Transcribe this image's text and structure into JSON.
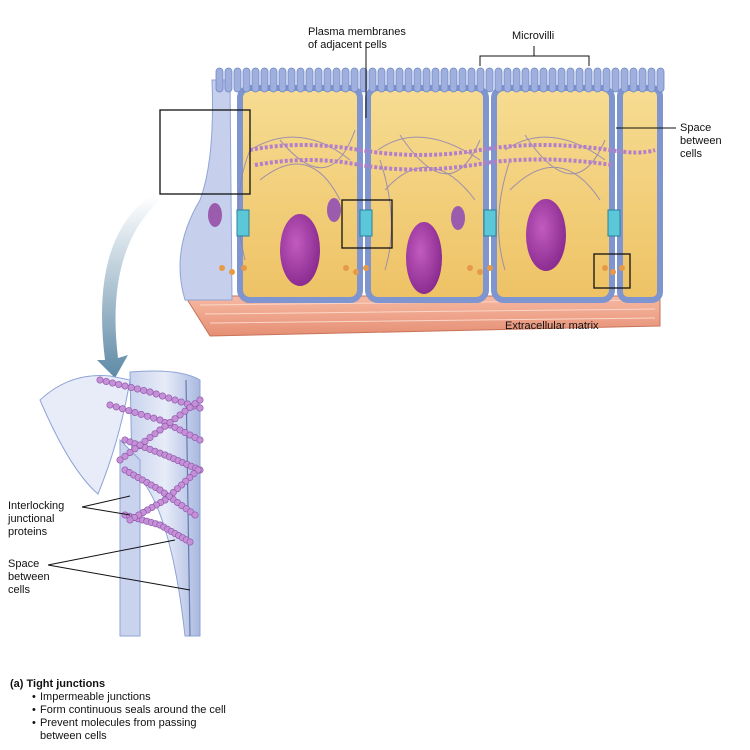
{
  "labels": {
    "plasma_membranes": "Plasma membranes\nof adjacent cells",
    "microvilli": "Microvilli",
    "space_between_cells_top": "Space\nbetween\ncells",
    "extracellular_matrix": "Extracellular matrix",
    "interlocking_proteins": "Interlocking\njunctional\nproteins",
    "space_between_cells_bottom": "Space\nbetween\ncells"
  },
  "caption": {
    "title": "(a) Tight junctions",
    "bullets": [
      "Impermeable junctions",
      "Form continuous seals around the cell",
      "Prevent molecules from passing\nbetween cells"
    ]
  },
  "colors": {
    "cytoplasm": "#f3cf7a",
    "membrane": "#8fa4d6",
    "nucleus": "#a23fa0",
    "junction_protein": "#b07cc8",
    "matrix": "#f0a58c"
  }
}
